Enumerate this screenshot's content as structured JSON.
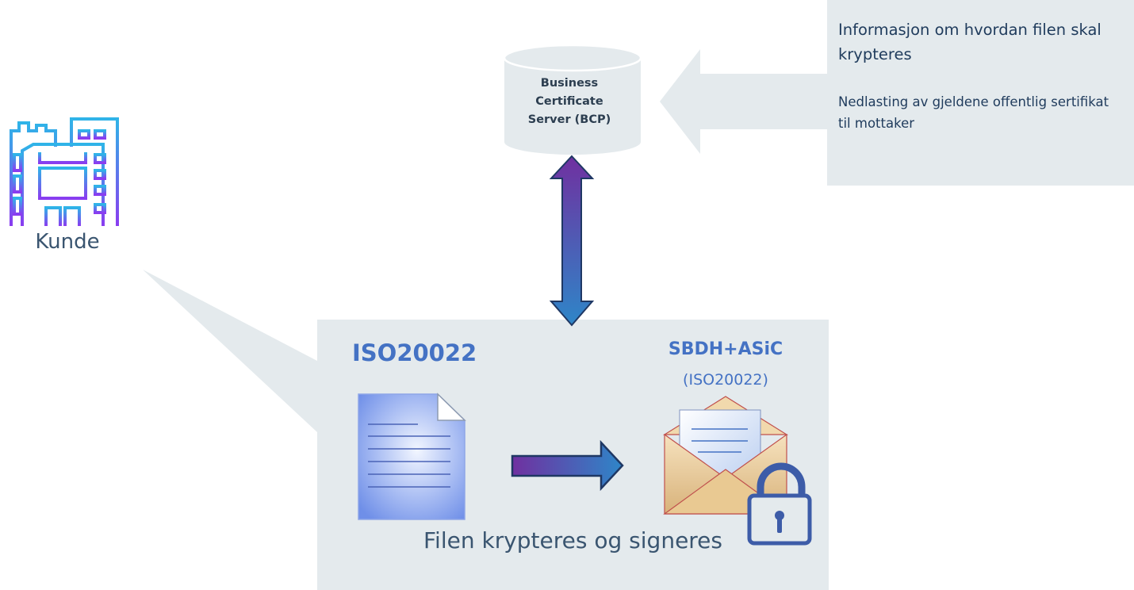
{
  "info_panel": {
    "title": "Informasjon om hvordan filen skal krypteres",
    "body": "Nedlasting av gjeldene offentlig sertifikat til mottaker"
  },
  "server": {
    "label": "Business Certificate Server (BCP)"
  },
  "customer": {
    "label": "Kunde"
  },
  "process": {
    "source_label": "ISO20022",
    "target_title": "SBDH+ASiC",
    "target_subtitle": "(ISO20022)",
    "caption": "Filen krypteres og signeres"
  },
  "colors": {
    "panel_bg": "#e4eaed",
    "arrow_gradient": [
      "#7030a0",
      "#2e75b6"
    ],
    "accent_blue": "#4472c4",
    "lock_blue": "#3d5ca8"
  },
  "icons": {
    "building": "building-icon",
    "database": "database-icon",
    "document": "document-icon",
    "envelope": "envelope-icon",
    "lock": "lock-icon",
    "double_arrow": "double-arrow-icon",
    "right_arrow": "right-arrow-icon"
  }
}
